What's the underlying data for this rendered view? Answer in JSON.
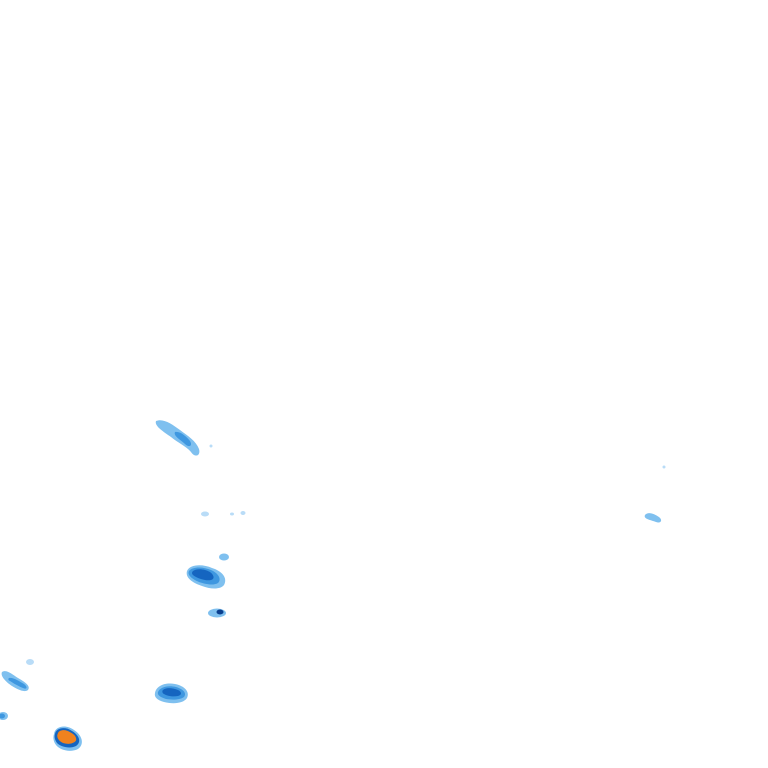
{
  "map": {
    "kind": "radar-precipitation-overlay",
    "background": "#ffffff",
    "palette": {
      "very_light": "#b9dcf7",
      "light": "#7fc0ef",
      "medium": "#3e97e0",
      "heavy": "#1565c0",
      "very_heavy": "#0a3f8f",
      "intense": "#f0821e",
      "intense_outline": "#1565c0"
    },
    "echoes": [
      {
        "id": "echo-band-upper",
        "intensity": "medium"
      },
      {
        "id": "echo-specks-mid",
        "intensity": "very_light"
      },
      {
        "id": "echo-small-north",
        "intensity": "light"
      },
      {
        "id": "echo-cluster-central",
        "intensity": "heavy"
      },
      {
        "id": "echo-small-central",
        "intensity": "heavy"
      },
      {
        "id": "echo-cluster-lower",
        "intensity": "heavy"
      },
      {
        "id": "echo-cell-intense",
        "intensity": "intense"
      },
      {
        "id": "echo-west-streak",
        "intensity": "medium"
      },
      {
        "id": "echo-west-edge",
        "intensity": "medium"
      },
      {
        "id": "echo-east-streak",
        "intensity": "light"
      }
    ]
  }
}
